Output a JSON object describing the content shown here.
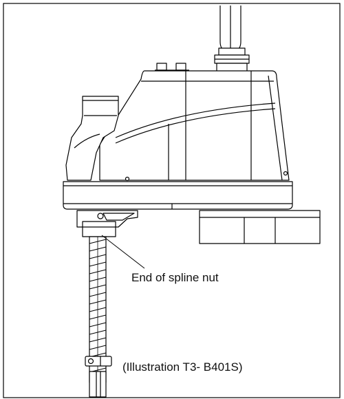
{
  "figure": {
    "callout_label": "End of spline nut",
    "caption": "(Illustration T3- B401S)"
  },
  "colors": {
    "line": "#000000",
    "fill": "#ffffff",
    "background": "#ffffff"
  },
  "components": [
    "cable-duct",
    "cable-connector",
    "base-body",
    "arm-upper-housing",
    "arm-base-plate",
    "mounting-plate",
    "spline-nut",
    "ball-screw-spline-shaft",
    "shaft-stopper-clamp"
  ]
}
